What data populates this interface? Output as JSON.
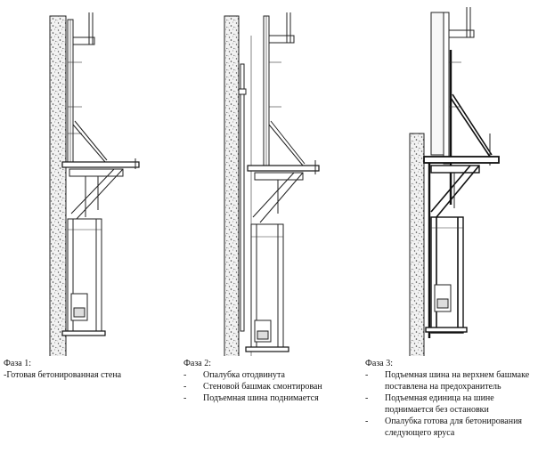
{
  "phases": [
    {
      "title": "Фаза 1:",
      "lines": [
        "-Готовая бетонированная стена"
      ],
      "bullets": []
    },
    {
      "title": "Фаза 2:",
      "lines": [],
      "bullets": [
        "Опалубка отодвинута",
        "Стеновой башмак смонтирован",
        "Подъемная шина поднимается"
      ]
    },
    {
      "title": "Фаза 3:",
      "lines": [],
      "bullets": [
        "Подъемная шина на верхнем башмаке поставлена на предохранитель",
        "Подъемная единица на шине поднимается без остановки",
        "Опалубка готова для бетонирования следующего яруса"
      ]
    }
  ]
}
